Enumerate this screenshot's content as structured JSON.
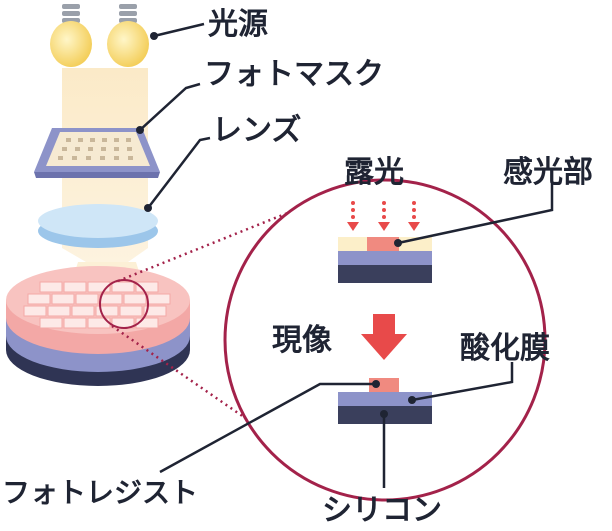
{
  "labels": {
    "light_source": "光源",
    "photomask": "フォトマスク",
    "lens": "レンズ",
    "exposure": "露光",
    "photosensitive_area": "感光部",
    "development": "現像",
    "oxide_film": "酸化膜",
    "photoresist": "フォトレジスト",
    "silicon": "シリコン"
  },
  "colors": {
    "ink": "#1f2433",
    "circle": "#a3224a",
    "arrow": "#e84a4a",
    "resist": "#f4c2a8",
    "resist_exposed": "#f08a80",
    "oxide": "#8d93c9",
    "silicon": "#3a3f5c",
    "bulb": "#f6d86b",
    "beam": "#fbe9c5"
  },
  "icons": [
    "light-bulb-icon",
    "down-arrow-icon"
  ]
}
